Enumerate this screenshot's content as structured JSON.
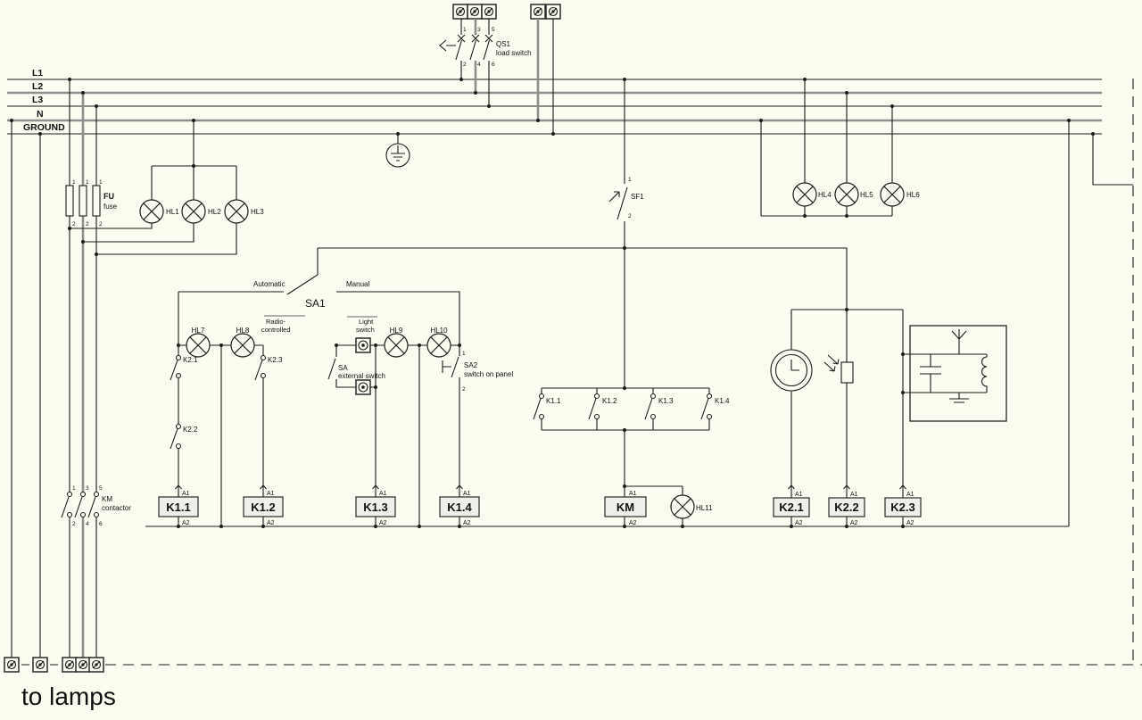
{
  "diagram_type": "electrical lighting control schematic",
  "colors": {
    "background": "#fcfcf0",
    "wire": "#1c1c1c",
    "wire_thick": "#8f8f8f"
  },
  "labels": {
    "l1": "L1",
    "l2": "L2",
    "l3": "L3",
    "n": "N",
    "ground": "GROUND",
    "n1": "1",
    "n2": "2",
    "n3": "3",
    "n4": "4",
    "n5": "5",
    "n6": "6",
    "qs1": "QS1",
    "qs1_desc": "load switch",
    "fu": "FU",
    "fu_desc": "fuse",
    "hl1": "HL1",
    "hl2": "HL2",
    "hl3": "HL3",
    "hl4": "HL4",
    "hl5": "HL5",
    "hl6": "HL6",
    "hl7": "HL7",
    "hl8": "HL8",
    "hl9": "HL9",
    "hl10": "HL10",
    "hl11": "HL11",
    "sf1": "SF1",
    "sa1": "SA1",
    "automatic": "Automatic",
    "manual": "Manual",
    "radio1": "Radio-",
    "radio2": "controlled",
    "light1": "Light",
    "light2": "switch",
    "sa": "SA",
    "sa_desc": "external switch",
    "sa2": "SA2",
    "sa2_desc": "switch on panel",
    "k21": "K2.1",
    "k22": "K2.2",
    "k23": "K2.3",
    "k11": "K1.1",
    "k12": "K1.2",
    "k13": "K1.3",
    "k14": "K1.4",
    "km": "KM",
    "km_desc": "contactor",
    "a1": "A1",
    "a2": "A2",
    "to_lamps": "to lamps"
  }
}
